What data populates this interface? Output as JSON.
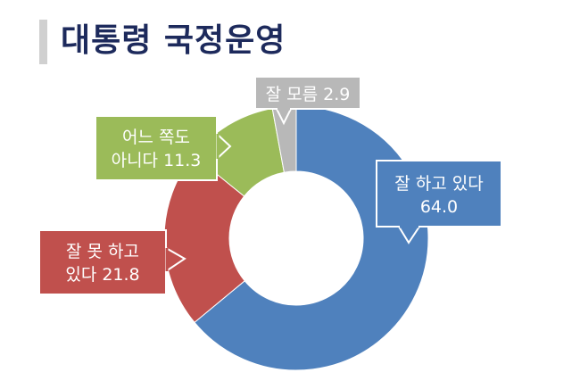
{
  "title": "대통령 국정운영",
  "chart_data": {
    "type": "pie",
    "donut": true,
    "categories": [
      "잘 하고 있다",
      "잘 못 하고 있다",
      "어느 쪽도 아니다",
      "잘 모름"
    ],
    "values": [
      64.0,
      21.8,
      11.3,
      2.9
    ],
    "colors": [
      "#4f81bd",
      "#c0504d",
      "#9bbb59",
      "#b8b8b8"
    ],
    "labels": [
      {
        "lines": [
          "잘 하고 있다",
          "64.0"
        ]
      },
      {
        "lines": [
          "잘 못 하고",
          "있다 21.8"
        ]
      },
      {
        "lines": [
          "어느 쪽도",
          "아니다 11.3"
        ]
      },
      {
        "lines": [
          "잘 모름 2.9"
        ]
      }
    ]
  }
}
